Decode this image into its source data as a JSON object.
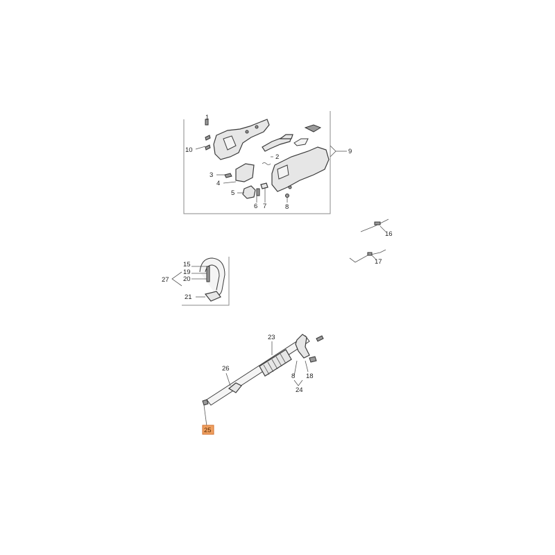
{
  "diagram": {
    "callouts": {
      "c1": "1",
      "c2": "2",
      "c3": "3",
      "c4": "4",
      "c5": "5",
      "c6": "6",
      "c7": "7",
      "c8a": "8",
      "c8b": "8",
      "c9": "9",
      "c10": "10",
      "c15": "15",
      "c16": "16",
      "c17": "17",
      "c18": "18",
      "c19": "19",
      "c20": "20",
      "c21": "21",
      "c23": "23",
      "c24": "24",
      "c25": "25",
      "c26": "26",
      "c27": "27"
    },
    "colors": {
      "highlight": "#f0a060",
      "line": "#3a3a3a",
      "frame": "#8a8a8a"
    }
  }
}
